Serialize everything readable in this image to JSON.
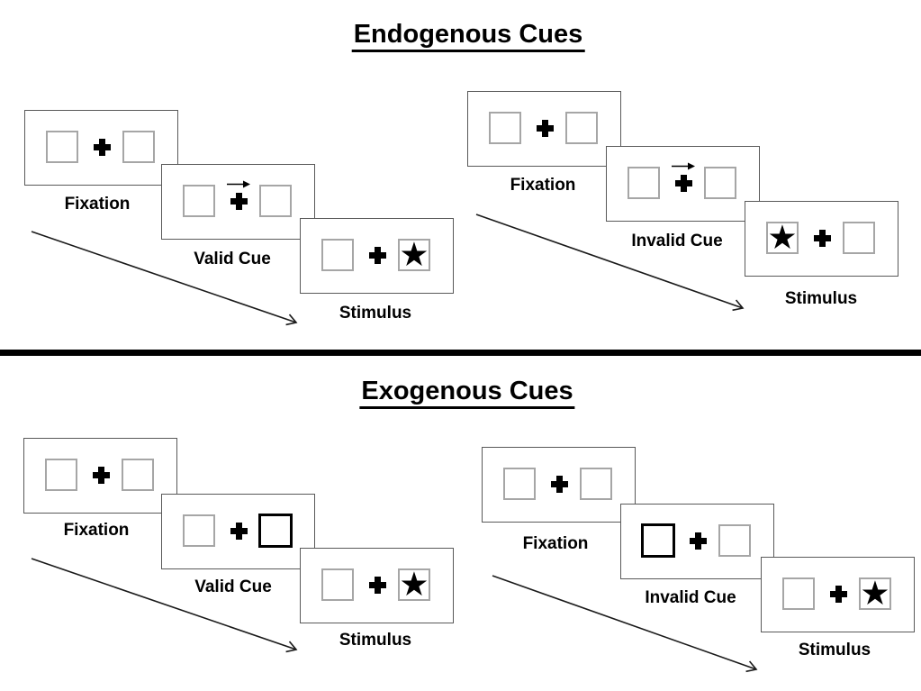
{
  "colors": {
    "background": "#ffffff",
    "panel_border": "#595959",
    "square_border": "#a6a6a6",
    "cue_square_border": "#000000",
    "ink": "#000000",
    "divider": "#000000"
  },
  "glyphs": {
    "star": "★"
  },
  "sections": [
    {
      "title": "Endogenous Cues",
      "groups": [
        {
          "cue_type": "valid",
          "cue_symbol": "right-arrow-above-fixation",
          "stimulus_side": "right",
          "panels": [
            {
              "label": "Fixation"
            },
            {
              "label": "Valid Cue"
            },
            {
              "label": "Stimulus"
            }
          ]
        },
        {
          "cue_type": "invalid",
          "cue_symbol": "right-arrow-above-fixation",
          "stimulus_side": "left",
          "panels": [
            {
              "label": "Fixation"
            },
            {
              "label": "Invalid Cue"
            },
            {
              "label": "Stimulus"
            }
          ]
        }
      ]
    },
    {
      "title": "Exogenous Cues",
      "groups": [
        {
          "cue_type": "valid",
          "cue_symbol": "thick-right-box",
          "stimulus_side": "right",
          "panels": [
            {
              "label": "Fixation"
            },
            {
              "label": "Valid Cue"
            },
            {
              "label": "Stimulus"
            }
          ]
        },
        {
          "cue_type": "invalid",
          "cue_symbol": "thick-left-box",
          "stimulus_side": "right",
          "panels": [
            {
              "label": "Fixation"
            },
            {
              "label": "Invalid Cue"
            },
            {
              "label": "Stimulus"
            }
          ]
        }
      ]
    }
  ]
}
